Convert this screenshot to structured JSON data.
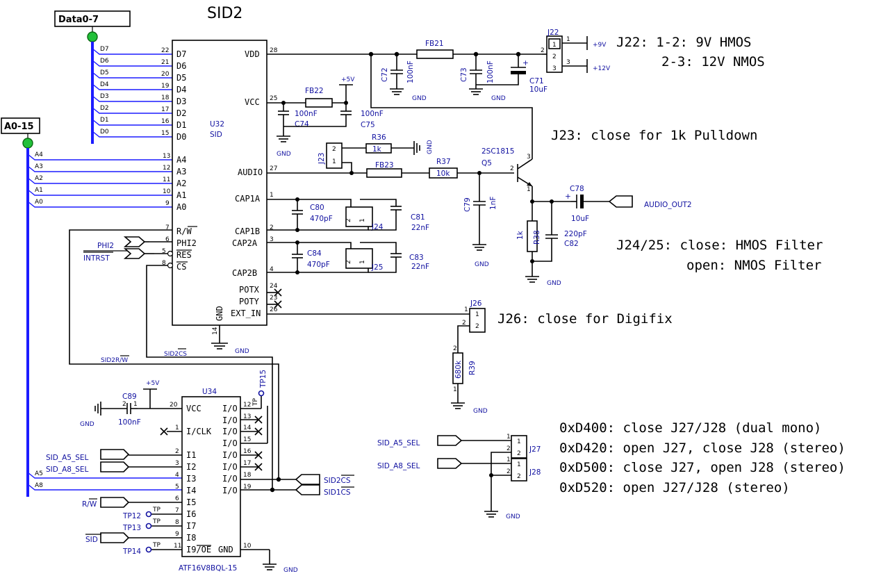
{
  "title": "SID2",
  "buses": {
    "data": "Data0-7",
    "address": "A0-15"
  },
  "bus_signals": {
    "data": [
      "D7",
      "D6",
      "D5",
      "D4",
      "D3",
      "D2",
      "D1",
      "D0"
    ],
    "address": [
      "A4",
      "A3",
      "A2",
      "A1",
      "A0"
    ],
    "lower": [
      "A5",
      "A8"
    ]
  },
  "u32": {
    "ref": "U32",
    "value": "SID",
    "left_pins": [
      {
        "name": "D7",
        "num": "22"
      },
      {
        "name": "D6",
        "num": "21"
      },
      {
        "name": "D5",
        "num": "20"
      },
      {
        "name": "D4",
        "num": "19"
      },
      {
        "name": "D3",
        "num": "18"
      },
      {
        "name": "D2",
        "num": "17"
      },
      {
        "name": "D1",
        "num": "16"
      },
      {
        "name": "D0",
        "num": "15"
      },
      {
        "name": "A4",
        "num": "13"
      },
      {
        "name": "A3",
        "num": "12"
      },
      {
        "name": "A2",
        "num": "11"
      },
      {
        "name": "A1",
        "num": "10"
      },
      {
        "name": "A0",
        "num": "9"
      },
      {
        "name": "R/W",
        "num": "7"
      },
      {
        "name": "PHI2",
        "num": "6"
      },
      {
        "name": "RES",
        "num": "5"
      },
      {
        "name": "CS",
        "num": "8"
      }
    ],
    "right_pins": [
      {
        "name": "VDD",
        "num": "28"
      },
      {
        "name": "VCC",
        "num": "25"
      },
      {
        "name": "AUDIO",
        "num": "27"
      },
      {
        "name": "CAP1A",
        "num": "1"
      },
      {
        "name": "CAP1B",
        "num": "2"
      },
      {
        "name": "CAP2A",
        "num": "3"
      },
      {
        "name": "CAP2B",
        "num": "4"
      },
      {
        "name": "POTX",
        "num": "24"
      },
      {
        "name": "POTY",
        "num": "23"
      },
      {
        "name": "EXT_IN",
        "num": "26"
      }
    ],
    "gnd_pin": {
      "name": "GND",
      "num": "14"
    }
  },
  "u34": {
    "ref": "U34",
    "part": "ATF16V8BQL-15",
    "left_pins": [
      {
        "name": "VCC",
        "num": "20"
      },
      {
        "name": "I/CLK",
        "num": "1"
      },
      {
        "name": "I1",
        "num": "2"
      },
      {
        "name": "I2",
        "num": "3"
      },
      {
        "name": "I3",
        "num": "4"
      },
      {
        "name": "I4",
        "num": "5"
      },
      {
        "name": "I5",
        "num": "6"
      },
      {
        "name": "I6",
        "num": "7"
      },
      {
        "name": "I7",
        "num": "8"
      },
      {
        "name": "I8",
        "num": "9"
      },
      {
        "name": "I9/OE",
        "num": "11"
      }
    ],
    "right_pins": [
      {
        "name": "I/O",
        "num": "12"
      },
      {
        "name": "I/O",
        "num": "13"
      },
      {
        "name": "I/O",
        "num": "14"
      },
      {
        "name": "I/O",
        "num": "15"
      },
      {
        "name": "I/O",
        "num": "16"
      },
      {
        "name": "I/O",
        "num": "17"
      },
      {
        "name": "I/O",
        "num": "18"
      },
      {
        "name": "I/O",
        "num": "19"
      },
      {
        "name": "GND",
        "num": "10"
      }
    ]
  },
  "components": {
    "fb21": "FB21",
    "fb22": "FB22",
    "fb23": "FB23",
    "c72": "C72",
    "c72v": "100nF",
    "c73": "C73",
    "c73v": "100nF",
    "c71": "C71",
    "c71v": "10uF",
    "c74": "C74",
    "c74v": "100nF",
    "c75": "C75",
    "c75v": "100nF",
    "r36": "R36",
    "r36v": "1k",
    "r37": "R37",
    "r37v": "10k",
    "q5": "Q5",
    "q5v": "2SC1815",
    "c79": "C79",
    "c79v": "1nF",
    "c78": "C78",
    "c78v": "10uF",
    "r38": "R38",
    "r38v": "1k",
    "c82": "C82",
    "c82v": "220pF",
    "c80": "C80",
    "c80v": "470pF",
    "c81": "C81",
    "c81v": "22nF",
    "c84": "C84",
    "c84v": "470pF",
    "c83": "C83",
    "c83v": "22nF",
    "j22": "J22",
    "j23": "J23",
    "j24": "J24",
    "j25": "J25",
    "j26": "J26",
    "j27": "J27",
    "j28": "J28",
    "r39": "R39",
    "r39v": "680k",
    "c89": "C89",
    "c89v": "100nF",
    "tp12": "TP12",
    "tp13": "TP13",
    "tp14": "TP14",
    "tp15": "TP15",
    "tp": "TP"
  },
  "nets": {
    "p9v": "+9V",
    "p12v": "+12V",
    "p5v": "+5V",
    "gnd": "GND",
    "audio_out": "AUDIO_OUT2",
    "phi2": "PHI2",
    "intrst": "INTRST",
    "sid2rw": "SID2R/W",
    "sid2cs": "SID2CS",
    "sid_a5_sel": "SID_A5_SEL",
    "sid_a8_sel": "SID_A8_SEL",
    "rw": "R/W",
    "sid": "SID",
    "sid2cs_out": "SID2CS",
    "sid1cs_out": "SID1CS"
  },
  "notes": {
    "j22_1": "J22: 1-2: 9V HMOS",
    "j22_2": "2-3: 12V NMOS",
    "j23": "J23: close for 1k Pulldown",
    "j2425_1": "J24/25: close: HMOS Filter",
    "j2425_2": "open:  NMOS Filter",
    "j26": "J26: close for Digifix",
    "addr1": "0xD400: close J27/J28 (dual mono)",
    "addr2": "0xD420: open J27, close J28 (stereo)",
    "addr3": "0xD500: close J27, open J28 (stereo)",
    "addr4": "0xD520: open J27/J28 (stereo)"
  }
}
